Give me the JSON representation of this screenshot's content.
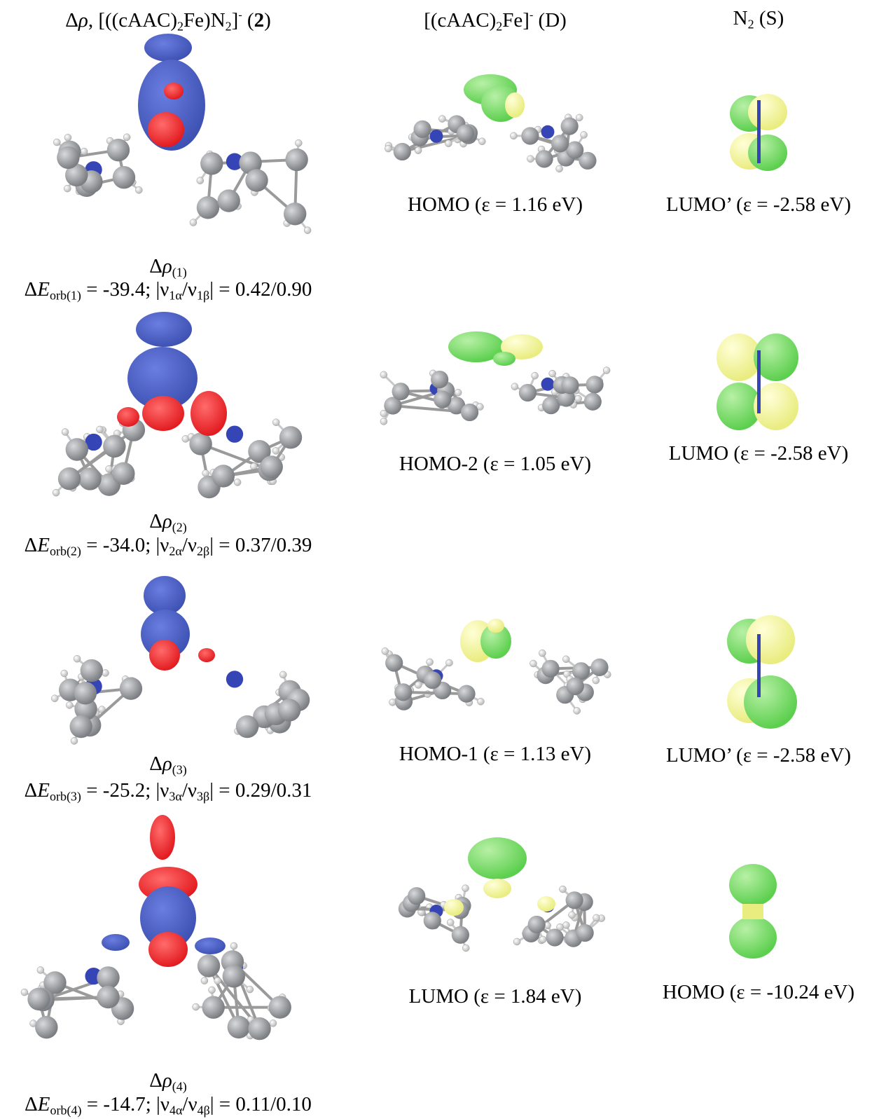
{
  "headers": {
    "col1": {
      "delta": "Δ",
      "rho": "ρ",
      "comma": ",",
      "text_a": " [((cAAC)",
      "sub_a": "2",
      "text_b": "Fe)N",
      "sub_b": "2",
      "text_c": "]",
      "sup": "-",
      "text_d": " (",
      "bold": "2",
      "text_e": ")"
    },
    "col2": {
      "text_a": "[(cAAC)",
      "sub_a": "2",
      "text_b": "Fe]",
      "sup": "-",
      "text_c": " (D)"
    },
    "col3": {
      "text_a": "N",
      "sub_a": "2",
      "text_b": " (S)"
    }
  },
  "deformation_densities": [
    {
      "delta": "Δ",
      "rho": "ρ",
      "index": "(1)",
      "energy_prefix": "Δ",
      "E": "E",
      "energy_sub": "orb(1)",
      "energy_text": " = -39.4; |ν",
      "nu_a": "1α",
      "slash": "/ν",
      "nu_b": "1β",
      "value_text": "| = 0.42/0.90"
    },
    {
      "delta": "Δ",
      "rho": "ρ",
      "index": "(2)",
      "energy_prefix": "Δ",
      "E": "E",
      "energy_sub": "orb(2)",
      "energy_text": " = -34.0; |ν",
      "nu_a": "2α",
      "slash": "/ν",
      "nu_b": "2β",
      "value_text": "| = 0.37/0.39"
    },
    {
      "delta": "Δ",
      "rho": "ρ",
      "index": "(3)",
      "energy_prefix": "Δ",
      "E": "E",
      "energy_sub": "orb(3)",
      "energy_text": " = -25.2;  |ν",
      "nu_a": "3α",
      "slash": "/ν",
      "nu_b": "3β",
      "value_text": "| = 0.29/0.31"
    },
    {
      "delta": "Δ",
      "rho": "ρ",
      "index": "(4)",
      "energy_prefix": "Δ",
      "E": "E",
      "energy_sub": "orb(4)",
      "energy_text": " = -14.7; |ν",
      "nu_a": "4α",
      "slash": "/ν",
      "nu_b": "4β",
      "value_text": "| = 0.11/0.10"
    }
  ],
  "fragment_D_orbitals": [
    {
      "label": "HOMO (ε = 1.16 eV)"
    },
    {
      "label": "HOMO-2 (ε = 1.05 eV)"
    },
    {
      "label": "HOMO-1 (ε = 1.13 eV)"
    },
    {
      "label": "LUMO (ε = 1.84 eV)"
    }
  ],
  "fragment_S_orbitals": [
    {
      "label": "LUMO’ (ε = -2.58 eV)"
    },
    {
      "label": "LUMO (ε = -2.58 eV)"
    },
    {
      "label": "LUMO’ (ε = -2.58 eV)"
    },
    {
      "label": "HOMO (ε = -10.24 eV)"
    }
  ],
  "colors": {
    "density_blue": "#3b4fb0",
    "density_red": "#e0151a",
    "orbital_green": "#5ccf4e",
    "orbital_yellow": "#e9ec7e",
    "atom_carbon": "#7b7e82",
    "atom_hydrogen": "#e6e6e6",
    "atom_nitrogen": "#3545b5",
    "bond": "#9a9a9a"
  }
}
